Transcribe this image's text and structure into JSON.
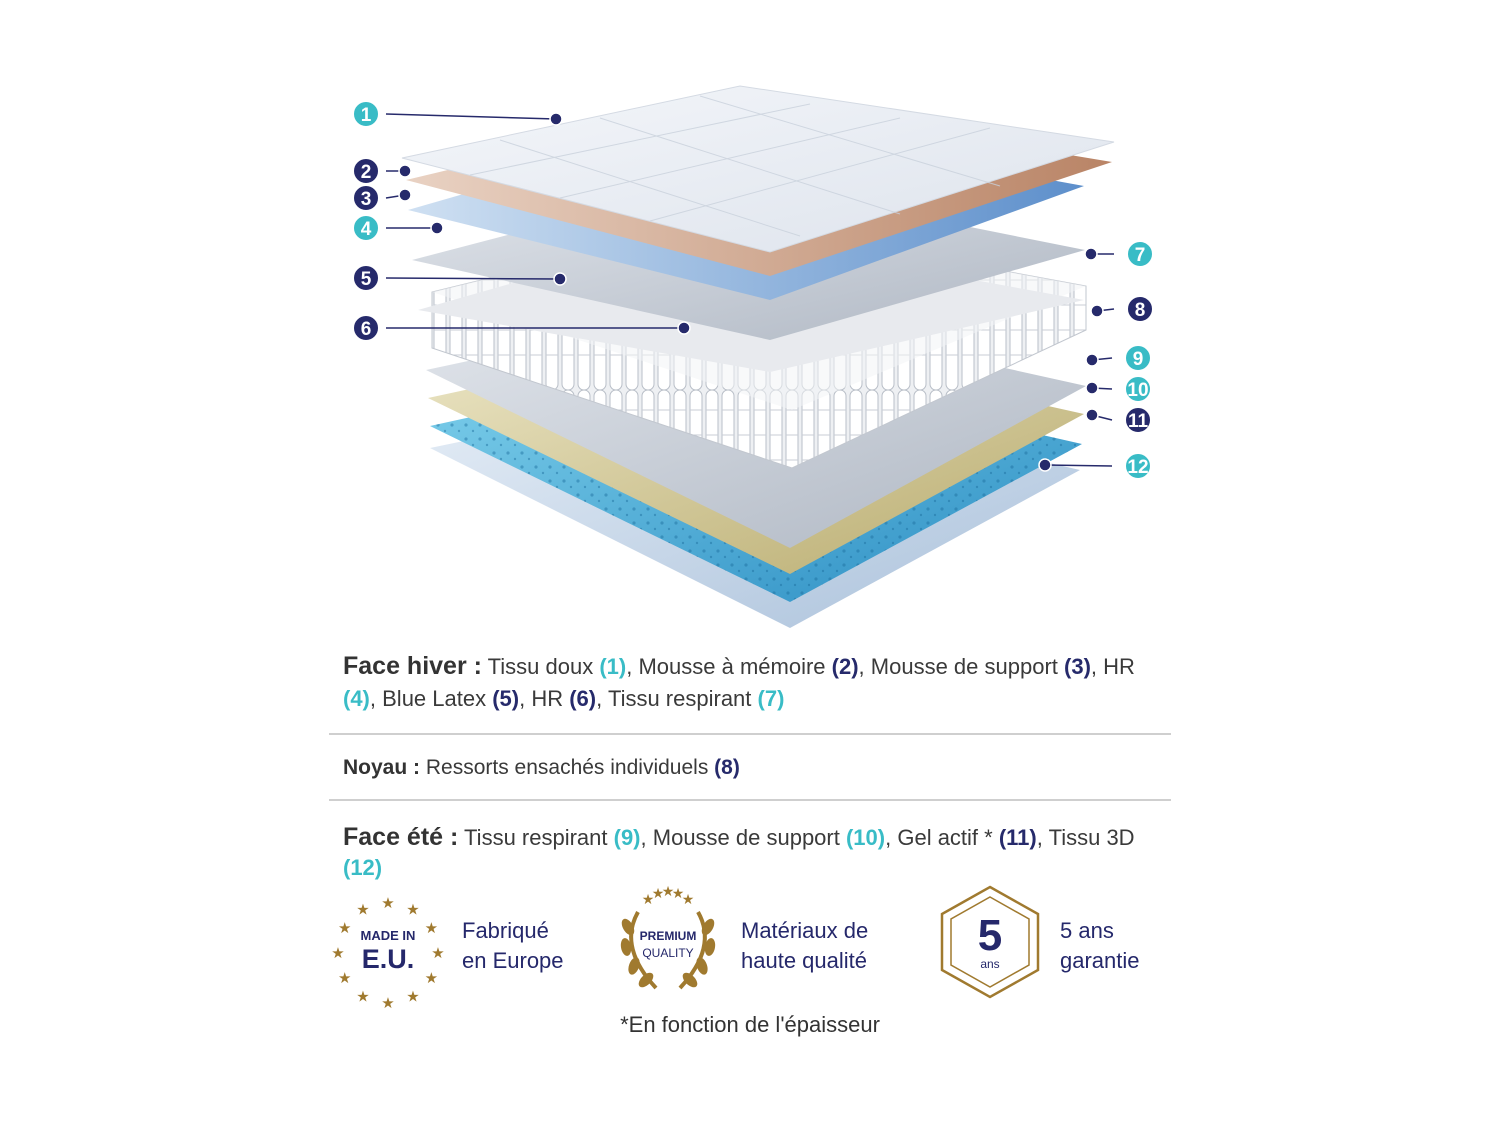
{
  "layers": [
    {
      "num": "1",
      "style": "teal"
    },
    {
      "num": "2",
      "style": "navy"
    },
    {
      "num": "3",
      "style": "navy"
    },
    {
      "num": "4",
      "style": "teal"
    },
    {
      "num": "5",
      "style": "navy"
    },
    {
      "num": "6",
      "style": "navy"
    },
    {
      "num": "7",
      "style": "teal"
    },
    {
      "num": "8",
      "style": "navy"
    },
    {
      "num": "9",
      "style": "teal"
    },
    {
      "num": "10",
      "style": "teal"
    },
    {
      "num": "11",
      "style": "navy"
    },
    {
      "num": "12",
      "style": "teal"
    }
  ],
  "colors": {
    "teal": "#39bcc6",
    "navy": "#262a6b",
    "gold": "#a07a2f"
  },
  "winter": {
    "heading": "Face hiver :",
    "items": [
      {
        "text": " Tissu doux ",
        "ref": "(1)",
        "style": "teal",
        "sep": ","
      },
      {
        "text": " Mousse à mémoire ",
        "ref": "(2)",
        "style": "navy",
        "sep": ","
      },
      {
        "text": " Mousse de support ",
        "ref": "(3)",
        "style": "navy",
        "sep": ","
      },
      {
        "text": " HR ",
        "ref": "(4)",
        "style": "teal",
        "sep": ","
      },
      {
        "text": " Blue Latex ",
        "ref": "(5)",
        "style": "navy",
        "sep": ","
      },
      {
        "text": " HR ",
        "ref": "(6)",
        "style": "navy",
        "sep": ","
      },
      {
        "text": " Tissu respirant ",
        "ref": "(7)",
        "style": "teal",
        "sep": ""
      }
    ]
  },
  "core": {
    "heading": "Noyau :",
    "items": [
      {
        "text": " Ressorts ensachés individuels ",
        "ref": "(8)",
        "style": "navy",
        "sep": ""
      }
    ]
  },
  "summer": {
    "heading": "Face été :",
    "items": [
      {
        "text": " Tissu respirant ",
        "ref": "(9)",
        "style": "teal",
        "sep": ","
      },
      {
        "text": " Mousse de support ",
        "ref": "(10)",
        "style": "teal",
        "sep": ","
      },
      {
        "text": " Gel actif * ",
        "ref": "(11)",
        "style": "navy",
        "sep": ","
      },
      {
        "text": " Tissu 3D ",
        "ref": "(12)",
        "style": "teal",
        "sep": ""
      }
    ]
  },
  "badges": {
    "eu": {
      "line1": "MADE IN",
      "line2": "E.U.",
      "label1": "Fabriqué",
      "label2": "en Europe"
    },
    "premium": {
      "line1": "PREMIUM",
      "line2": "QUALITY",
      "label1": "Matériaux de",
      "label2": "haute qualité"
    },
    "warranty": {
      "number": "5",
      "unit": "ans",
      "label1": "5 ans",
      "label2": "garantie"
    }
  },
  "footnote": "*En fonction de l'épaisseur"
}
